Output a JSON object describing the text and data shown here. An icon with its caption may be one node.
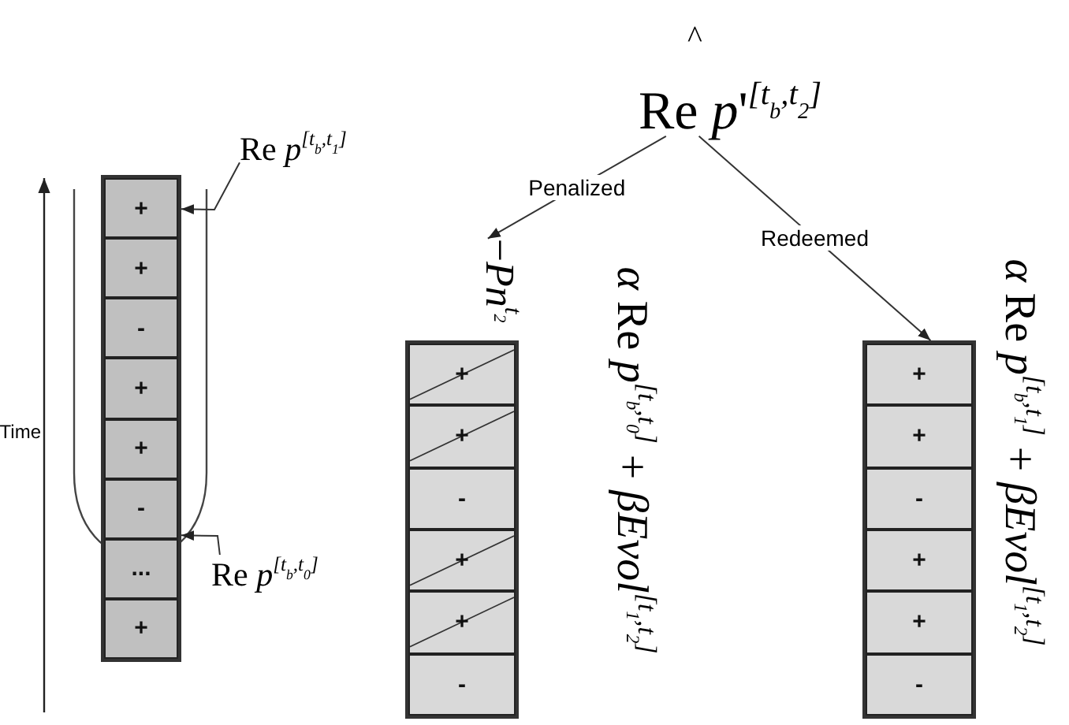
{
  "diagram": {
    "nodes": [
      {
        "text": [
          "Re *p*'$^{[t}$$_{b}$$^{,t}$$_{2}$$^{]}$"
        ]
      },
      {
        "text": [
          "Re *p*$^{[t}$$_{b}$$^{,t}$$_{1}$$^{]}$"
        ]
      },
      {
        "text": [],
        "shape": "bar"
      },
      {
        "text": [
          "+"
        ],
        "in": 2
      },
      {
        "text": [
          "+"
        ],
        "in": 2
      },
      {
        "text": [
          "-"
        ],
        "in": 2
      },
      {
        "text": [
          "+"
        ],
        "in": 2
      },
      {
        "text": [
          "+"
        ],
        "in": 2
      },
      {
        "text": [
          "-"
        ],
        "in": 2
      },
      {
        "text": [
          "..."
        ],
        "in": 2
      },
      {
        "text": [
          "+"
        ],
        "in": 2
      },
      {
        "text": [
          "−*Pn*$^{t}$$_{2}$"
        ]
      },
      {
        "text": [
          "*α* Re *p*$^{[t}$$_{b}$$^{,t}$$_{0}$$^{]}$ + *βEvol*$^{[t}$$_{1}$$^{,t}$$_{2}$$^{]}$"
        ]
      },
      {
        "text": [],
        "shape": "bar"
      },
      {
        "text": [
          "+"
        ],
        "in": 13
      },
      {
        "text": [
          "+"
        ],
        "in": 13
      },
      {
        "text": [
          "-"
        ],
        "in": 13
      },
      {
        "text": [
          "+"
        ],
        "in": 13
      },
      {
        "text": [
          "+"
        ],
        "in": 13
      },
      {
        "text": [
          "-"
        ],
        "in": 13
      },
      {
        "text": [
          "*α* Re *p*$^{[t}$$_{b}$$^{,t}$$_{1}$$^{]}$ + *βEvol*$^{[t}$$_{1}$$^{,t}$$_{2}$$^{]}$"
        ]
      },
      {
        "text": [],
        "shape": "bar"
      },
      {
        "text": [
          "+"
        ],
        "in": 21
      },
      {
        "text": [
          "+"
        ],
        "in": 21
      },
      {
        "text": [
          "-"
        ],
        "in": 21
      },
      {
        "text": [
          "+"
        ],
        "in": 21
      },
      {
        "text": [
          "+"
        ],
        "in": 21
      },
      {
        "text": [
          "-"
        ],
        "in": 21
      },
      {
        "text": [
          "Re *p*$^{[t}$$_{b}$$^{,t}$$_{0}$$^{]}$"
        ]
      }
    ],
    "edges": [
      {
        "from": 1,
        "to": 2,
        "arrow": "to"
      },
      {
        "from": 28,
        "to": 2,
        "arrow": "to"
      },
      {
        "from": 0,
        "to": 11,
        "label": "Penalized",
        "arrow": "to"
      },
      {
        "from": 0,
        "to": 21,
        "label": "Redeemed",
        "arrow": "to"
      }
    ],
    "labels": [
      "^",
      "Time"
    ]
  }
}
